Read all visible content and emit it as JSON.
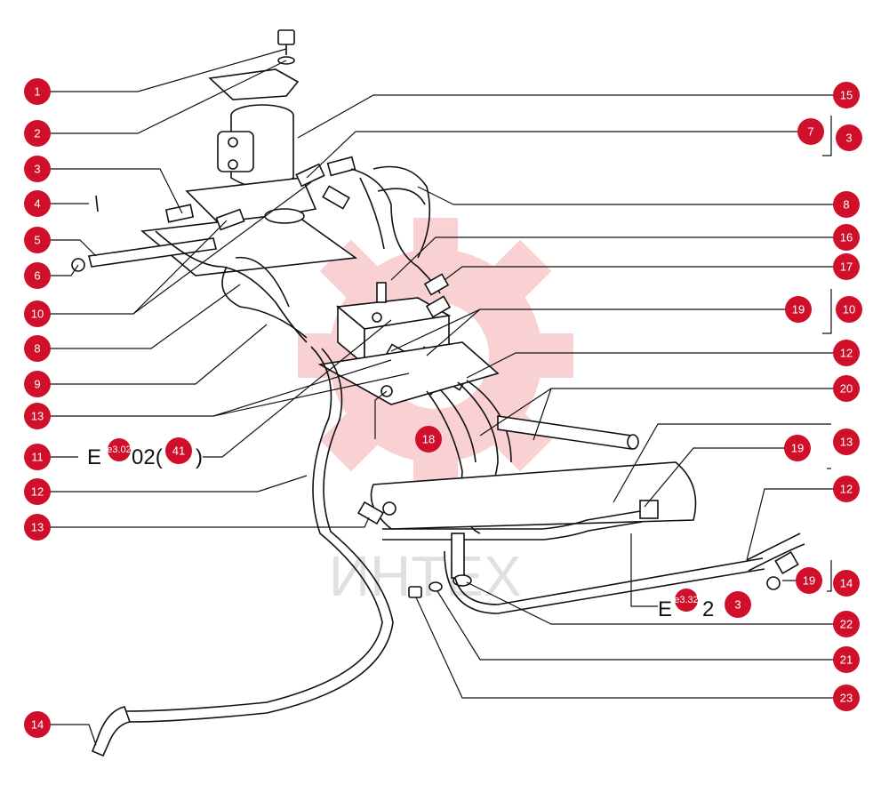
{
  "diagram": {
    "watermark_text": "ИНТЕХ",
    "callout_color": "#d0102a",
    "references": {
      "left": {
        "prefix": "E",
        "mid_label": "e3.02",
        "suffix_text": "02(",
        "tail_text": ")",
        "badge": "41"
      },
      "right": {
        "prefix": "E",
        "mid_label": "e3.32",
        "suffix_text": "2",
        "badge": "3"
      }
    },
    "callouts": {
      "c1": "1",
      "c2": "2",
      "c3a": "3",
      "c4": "4",
      "c5": "5",
      "c6": "6",
      "c10a": "10",
      "c8a": "8",
      "c9": "9",
      "c13a": "13",
      "c11": "11",
      "c12a": "12",
      "c13b": "13",
      "c14a": "14",
      "c15": "15",
      "c7": "7",
      "c3b": "3",
      "c8b": "8",
      "c16": "16",
      "c17": "17",
      "c19a": "19",
      "c10b": "10",
      "c12b": "12",
      "c20": "20",
      "c18": "18",
      "c19b": "19",
      "c13c": "13",
      "c12c": "12",
      "c19c": "19",
      "c14b": "14",
      "c22": "22",
      "c21": "21",
      "c23": "23"
    }
  }
}
